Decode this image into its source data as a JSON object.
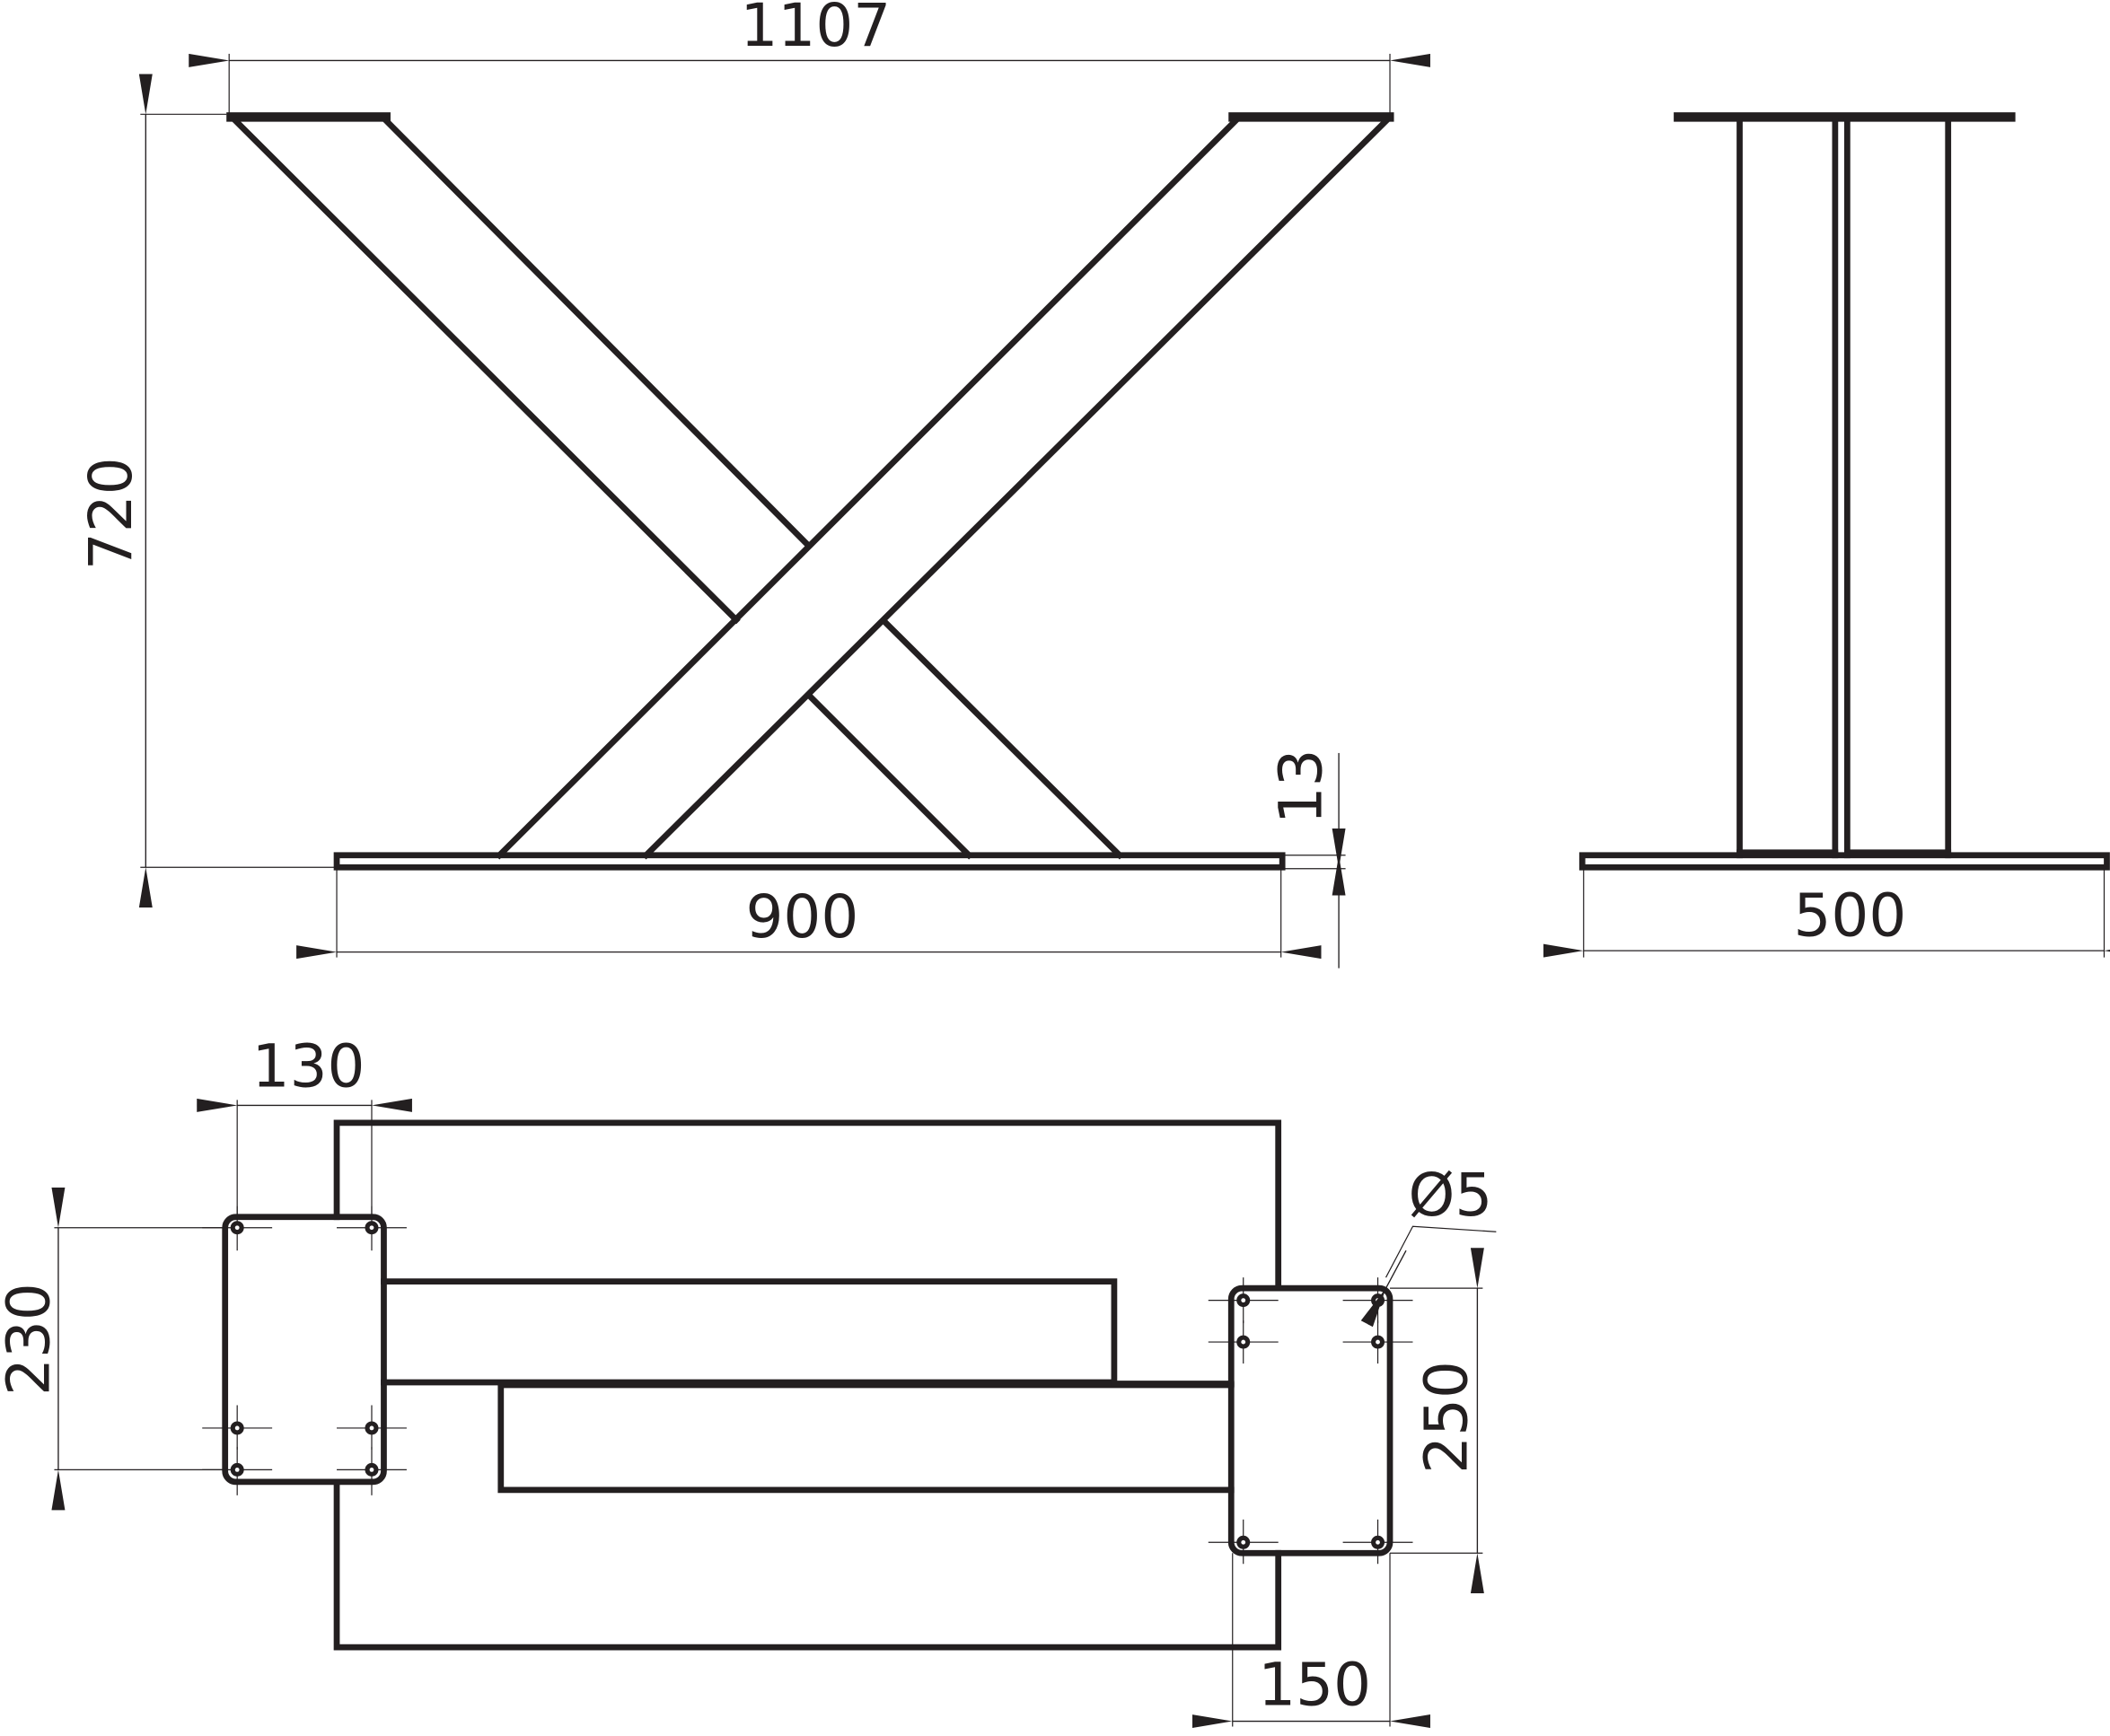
{
  "drawing": {
    "front_view": {
      "width_label": "1107",
      "height_label": "720",
      "base_length_label": "900",
      "base_thickness_label": "13"
    },
    "side_view": {
      "base_length_label": "500"
    },
    "plan_view": {
      "left_plate_width_label": "130",
      "left_plate_height_label": "230",
      "hole_diameter_label": "Ø5",
      "right_plate_height_label": "250",
      "right_plate_width_label": "150"
    },
    "line_color": "#231f20"
  }
}
